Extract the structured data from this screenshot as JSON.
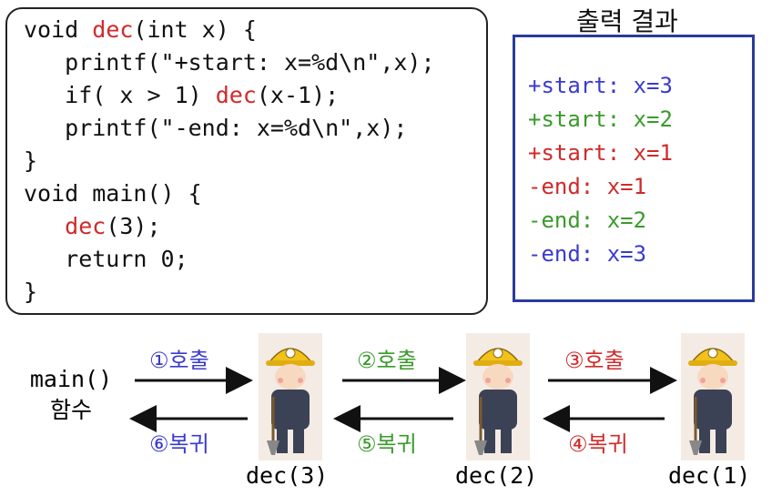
{
  "code": {
    "lines": [
      [
        {
          "t": "void ",
          "c": "plain"
        },
        {
          "t": "dec",
          "c": "red"
        },
        {
          "t": "(int x) {",
          "c": "plain"
        }
      ],
      [
        {
          "t": "   printf(\"+start: x=%d\\n\",x);",
          "c": "plain"
        }
      ],
      [
        {
          "t": "   if( x > 1) ",
          "c": "plain"
        },
        {
          "t": "dec",
          "c": "red"
        },
        {
          "t": "(x-1);",
          "c": "plain"
        }
      ],
      [
        {
          "t": "   printf(\"-end: x=%d\\n\",x);",
          "c": "plain"
        }
      ],
      [
        {
          "t": "}",
          "c": "plain"
        }
      ],
      [
        {
          "t": "void main() {",
          "c": "plain"
        }
      ],
      [
        {
          "t": "   ",
          "c": "plain"
        },
        {
          "t": "dec",
          "c": "red"
        },
        {
          "t": "(3);",
          "c": "plain"
        }
      ],
      [
        {
          "t": "   return 0;",
          "c": "plain"
        }
      ],
      [
        {
          "t": "}",
          "c": "plain"
        }
      ]
    ]
  },
  "output": {
    "title": "출력 결과",
    "lines": [
      {
        "text": "+start: x=3",
        "color": "#3a3ad0"
      },
      {
        "text": "+start: x=2",
        "color": "#3a9a2a"
      },
      {
        "text": "+start: x=1",
        "color": "#d02a2a"
      },
      {
        "text": "-end: x=1",
        "color": "#d02a2a"
      },
      {
        "text": "-end: x=2",
        "color": "#3a9a2a"
      },
      {
        "text": "-end: x=3",
        "color": "#3a3ad0"
      }
    ]
  },
  "calls": {
    "caller_line1": "main()",
    "caller_line2": "함수",
    "call1": "①호출",
    "call2": "②호출",
    "call3": "③호출",
    "ret1": "⑥복귀",
    "ret2": "⑤복귀",
    "ret3": "④복귀",
    "dec3": "dec(3)",
    "dec2": "dec(2)",
    "dec1": "dec(1)"
  },
  "colors": {
    "blue": "#3a3ad0",
    "green": "#3a9a2a",
    "red": "#d02a2a"
  }
}
